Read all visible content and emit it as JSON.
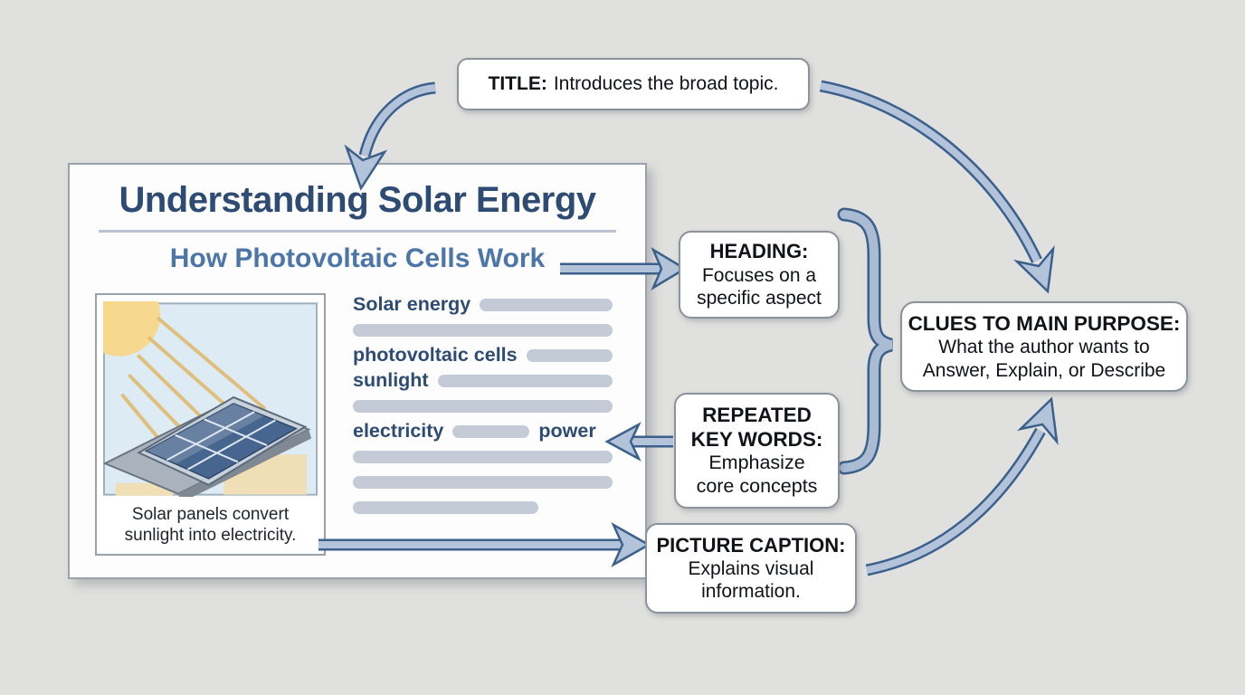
{
  "colors": {
    "background": "#e0e0de",
    "arrow_fill": "#b3c4da",
    "arrow_outline": "#3c608c",
    "title_navy": "#2d4b73",
    "subtitle_steel": "#4d76a8",
    "placeholder_bar": "#c4cbd6",
    "box_border": "#8b929b"
  },
  "document": {
    "title": "Understanding Solar Energy",
    "subtitle": "How Photovoltaic Cells Work",
    "figure_caption_line1": "Solar panels convert",
    "figure_caption_line2": "sunlight into electricity.",
    "text_rows": [
      [
        {
          "t": "Solar energy"
        },
        {
          "bar": "fill"
        }
      ],
      [
        {
          "bar": "full"
        }
      ],
      [
        {
          "t": "photovoltaic cells"
        },
        {
          "bar": "fill"
        }
      ],
      [
        {
          "t": "sunlight"
        },
        {
          "bar": "fill"
        }
      ],
      [
        {
          "bar": "full"
        }
      ],
      [
        {
          "t": "electricity"
        },
        {
          "bar": 85
        },
        {
          "t": "power"
        }
      ],
      [
        {
          "bar": "full"
        }
      ],
      [
        {
          "bar": "full"
        }
      ],
      [
        {
          "bar": 205
        }
      ]
    ]
  },
  "callouts": {
    "title": {
      "label": "TITLE:",
      "text": "Introduces the broad topic."
    },
    "heading": {
      "label": "HEADING:",
      "line1": "Focuses on a",
      "line2": "specific aspect"
    },
    "repeated_key_words": {
      "label1": "REPEATED",
      "label2": "KEY WORDS:",
      "line1": "Emphasize",
      "line2": "core concepts"
    },
    "picture_caption": {
      "label": "PICTURE CAPTION:",
      "line1": "Explains visual",
      "line2": "information."
    },
    "clues": {
      "label": "CLUES TO MAIN PURPOSE:",
      "line1": "What the author wants to",
      "line2": "Answer, Explain, or Describe"
    }
  }
}
